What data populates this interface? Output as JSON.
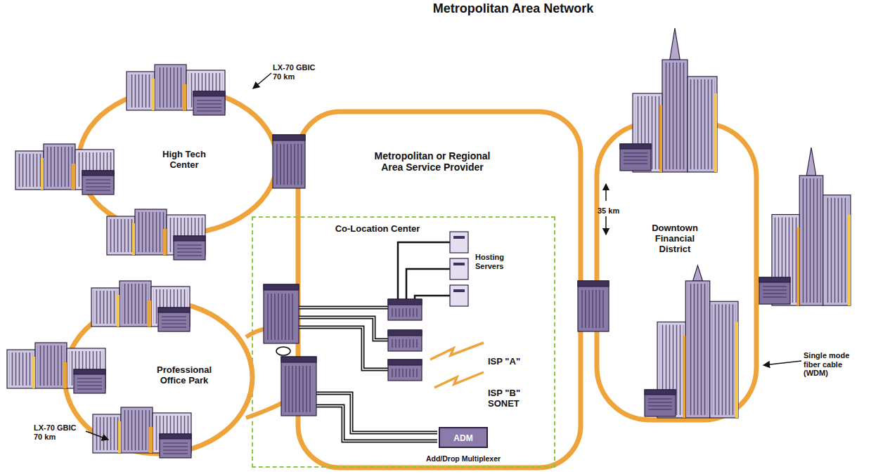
{
  "diagram": {
    "title": "Metropolitan Area Network",
    "nodes": [
      {
        "text": [
          "High Tech Center"
        ]
      },
      {
        "text": [
          "Metropolitan or Regional Area Service Provider"
        ]
      },
      {
        "text": [
          "Co-Location Center"
        ],
        "in": 1
      },
      {
        "text": [
          "ADM",
          "Add/Drop Multiplexer"
        ],
        "in": 2
      },
      {
        "text": [
          "Downtown Financial District"
        ]
      },
      {
        "text": [
          "Professional Office Park"
        ]
      }
    ],
    "labels": [
      "LX-70 GBIC 70 km",
      "Hosting Servers",
      "35 km",
      "ISP \"A\"",
      "ISP \"B\" SONET",
      "Single mode fiber cable (WDM)",
      "LX-70 GBIC 70 km"
    ]
  }
}
